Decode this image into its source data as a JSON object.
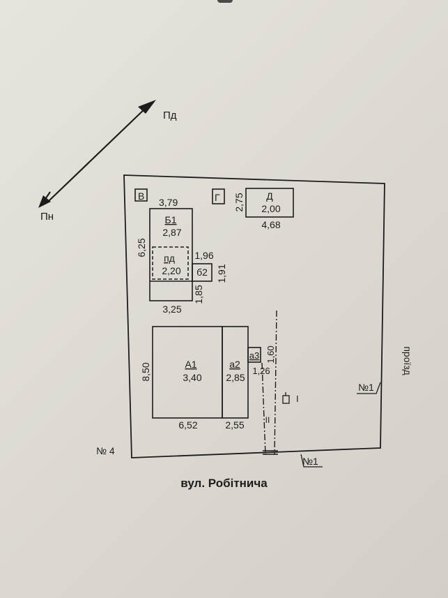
{
  "orientation": {
    "south_label": "Пд",
    "north_label": "Пн"
  },
  "street_name": "вул. Робітнича",
  "side_road": "проїзд",
  "neighbor_left": "№ 4",
  "neighbor_right": "№1",
  "neighbor_bottom": "№1",
  "buildings": {
    "V": {
      "letter": "В",
      "width": "3,79"
    },
    "G": {
      "letter": "Г"
    },
    "D": {
      "name": "Д",
      "height": "2,00",
      "depth": "2,75",
      "width": "4,68"
    },
    "B1": {
      "name": "Б1",
      "height": "2,87",
      "length": "6,25",
      "width": "3,25",
      "ext_length": "1,85"
    },
    "pd": {
      "name": "пд",
      "height": "2,20"
    },
    "b2": {
      "name": "б2",
      "width": "1,96",
      "length": "1,91"
    },
    "A1": {
      "name": "А1",
      "height": "3,40",
      "length": "8,50",
      "width": "6,52"
    },
    "a2": {
      "name": "а2",
      "height": "2,85",
      "width": "2,55"
    },
    "a3": {
      "name": "а3",
      "height": "1,26",
      "length": "1,60"
    }
  },
  "fence": {
    "gate_label": "I",
    "line_label": "II"
  }
}
